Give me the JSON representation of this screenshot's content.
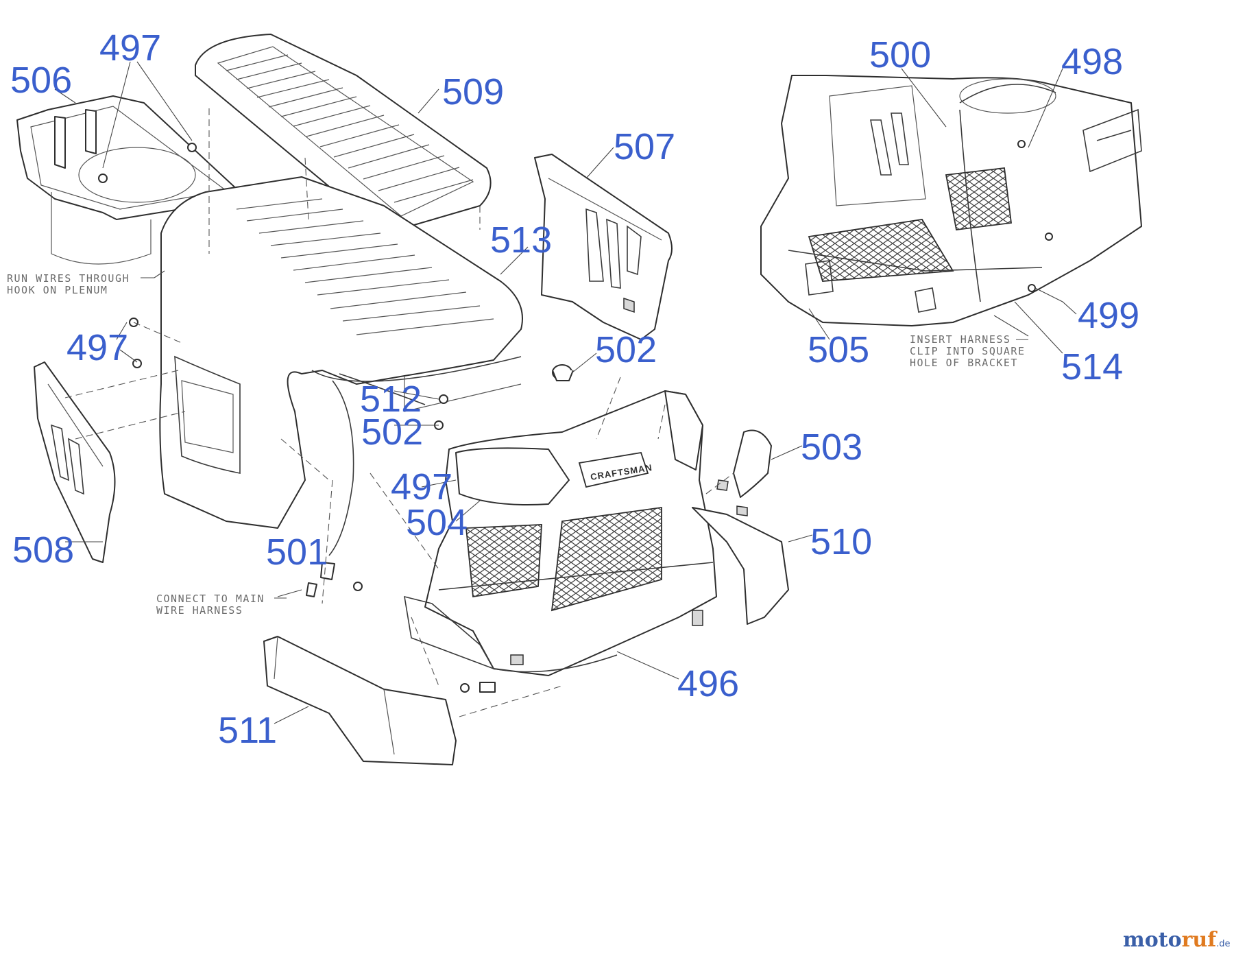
{
  "callouts": {
    "n506": "506",
    "n497a": "497",
    "n509": "509",
    "n507": "507",
    "n513": "513",
    "n497b": "497",
    "n502a": "502",
    "n512": "512",
    "n502b": "502",
    "n497c": "497",
    "n504": "504",
    "n503": "503",
    "n510": "510",
    "n508": "508",
    "n501": "501",
    "n511": "511",
    "n496": "496",
    "n500": "500",
    "n498": "498",
    "n499": "499",
    "n505": "505",
    "n514": "514"
  },
  "notes": {
    "run_wires_1": "RUN WIRES THROUGH",
    "run_wires_2": "HOOK ON PLENUM",
    "connect_1": "CONNECT TO MAIN",
    "connect_2": "WIRE HARNESS",
    "insert_1": "INSERT HARNESS",
    "insert_2": "CLIP INTO SQUARE",
    "insert_3": "HOLE OF BRACKET"
  },
  "brand_label": "CRAFTSMAN",
  "watermark": {
    "part1": "moto",
    "part2": "ruf",
    "part3": ".de"
  },
  "colors": {
    "callout": "#3a5fcd",
    "line_art": "#2e2e2e",
    "note_text": "#6b6b6b"
  }
}
